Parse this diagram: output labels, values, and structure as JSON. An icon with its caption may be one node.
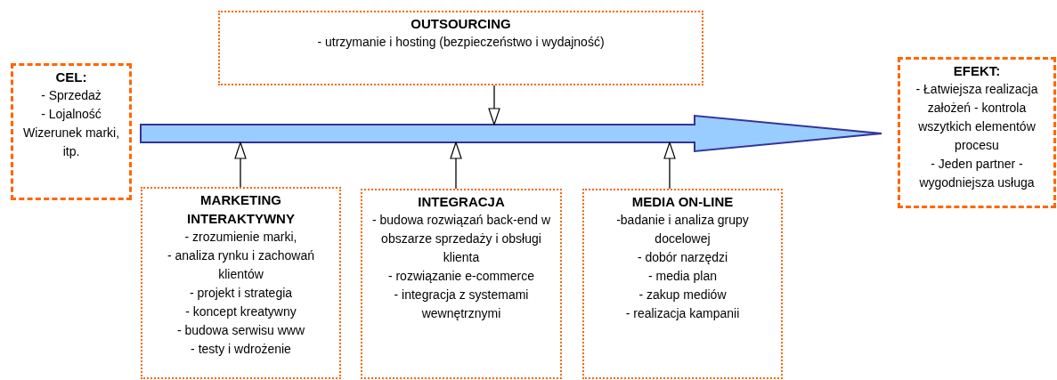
{
  "diagram": {
    "nodes": [
      {
        "text": [
          "OUTSOURCING",
          "- utrzymanie i hosting (bezpieczeństwo i wydajność)"
        ]
      },
      {
        "text": [
          "CEL:",
          "- Sprzedaż",
          "- Lojalność",
          "Wizerunek marki, itp."
        ]
      },
      {
        "text": [
          "EFEKT:",
          "- Łatwiejsza realizacja założeń - kontrola wszytkich elementów procesu",
          "- Jeden partner - wygodniejsza usługa"
        ]
      },
      {
        "text": [
          "MARKETING INTERAKTYWNY",
          "- zrozumienie marki,",
          "- analiza rynku i zachowań klientów",
          "- projekt i strategia",
          "- koncept kreatywny",
          "- budowa serwisu www",
          "- testy i wdrożenie"
        ]
      },
      {
        "text": [
          "INTEGRACJA",
          "- budowa rozwiązań back-end w obszarze sprzedaży i obsługi klienta",
          "- rozwiązanie e-commerce",
          "- integracja z systemami wewnętrznymi"
        ]
      },
      {
        "text": [
          "MEDIA ON-LINE",
          "-badanie i analiza grupy docelowej",
          "- dobór narzędzi",
          "- media plan",
          "- zakup mediów",
          "- realizacja kampanii"
        ]
      }
    ],
    "edges": [
      {
        "from": 1,
        "to": 2,
        "arrow": "to",
        "style": "thick",
        "color": "#99ccff"
      },
      {
        "from": 0,
        "to": null,
        "arrow": "to"
      },
      {
        "from": 3,
        "to": null,
        "arrow": "to"
      },
      {
        "from": 4,
        "to": null,
        "arrow": "to"
      },
      {
        "from": 5,
        "to": null,
        "arrow": "to"
      }
    ]
  }
}
